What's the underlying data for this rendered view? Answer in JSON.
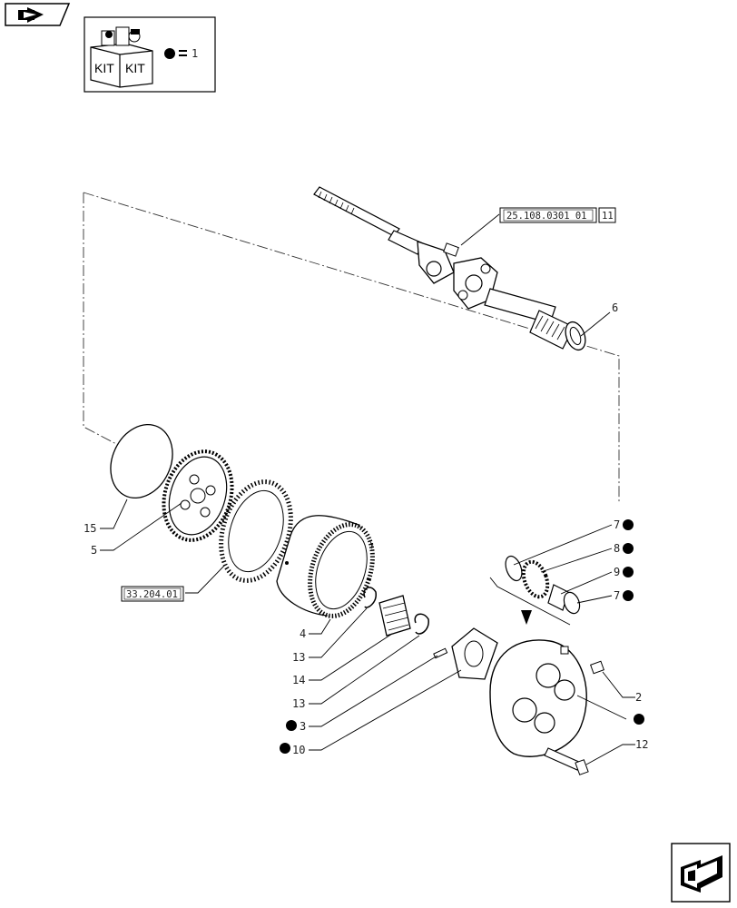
{
  "kit_legend": {
    "kit_label_left": "KIT",
    "kit_label_right": "KIT",
    "equals_value": "1"
  },
  "reference_boxes": {
    "axle_ref": "25.108.0301 01",
    "axle_ref_suffix": "11",
    "disc_pack_ref": "33.204.01"
  },
  "callouts": {
    "c6": "6",
    "c15": "15",
    "c5": "5",
    "c4": "4",
    "c13a": "13",
    "c14": "14",
    "c13b": "13",
    "c3": "3",
    "c10": "10",
    "c7a": "7",
    "c8": "8",
    "c9": "9",
    "c7b": "7",
    "c2": "2",
    "c12": "12"
  },
  "navigation": {
    "back_icon": "back-arrow-icon",
    "forward_icon": "next-page-arrow-icon"
  }
}
